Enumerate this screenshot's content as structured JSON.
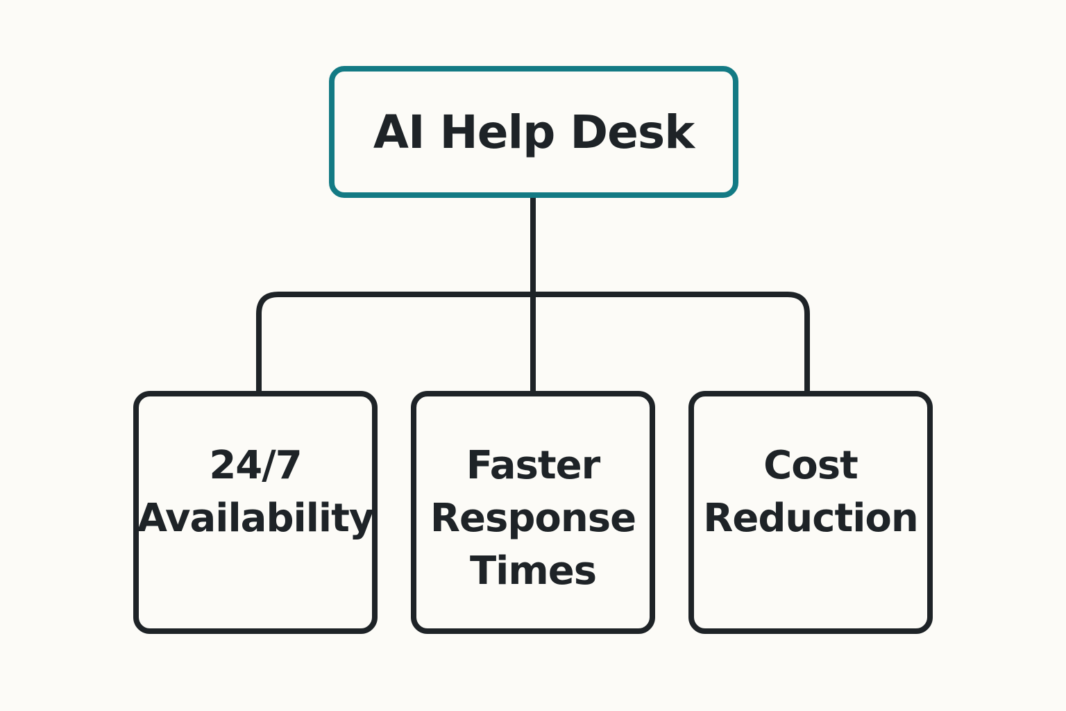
{
  "root": {
    "label": "AI Help Desk",
    "border_color": "#137a84"
  },
  "children": [
    {
      "lines": [
        "24/7",
        "Availability"
      ]
    },
    {
      "lines": [
        "Faster",
        "Response",
        "Times"
      ]
    },
    {
      "lines": [
        "Cost",
        "Reduction"
      ]
    }
  ],
  "colors": {
    "background": "#fcfbf7",
    "text": "#1e2327",
    "accent": "#137a84",
    "connector": "#1e2327"
  }
}
